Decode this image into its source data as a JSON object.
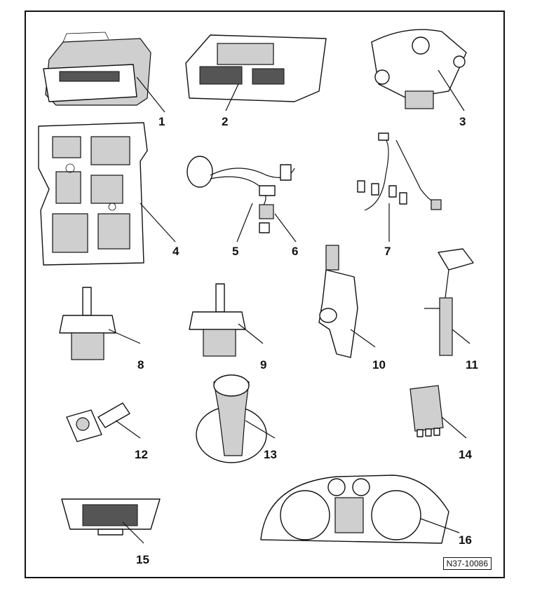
{
  "figure": {
    "reference_code": "N37-10086",
    "callouts": [
      "1",
      "2",
      "3",
      "4",
      "5",
      "6",
      "7",
      "8",
      "9",
      "10",
      "11",
      "12",
      "13",
      "14",
      "15",
      "16"
    ]
  }
}
